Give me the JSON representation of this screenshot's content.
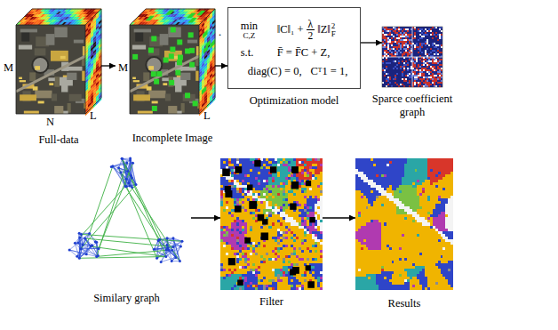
{
  "diagram": {
    "nodes": [
      {
        "text": [
          "Full-data"
        ]
      },
      {
        "text": [
          "Incomplete Image"
        ]
      },
      {
        "text": [
          "min",
          "C,Z",
          "‖C‖₁ +",
          "λ",
          "2",
          "‖Z‖",
          "2",
          "F",
          "s.t.",
          "F̄ = F̄C + Z,",
          "diag(C) = 0,",
          "Cᵀ1 = 1,",
          "Optimization model"
        ]
      },
      {
        "text": [
          "Sparce coefficient graph"
        ]
      },
      {
        "text": [
          "Similary graph"
        ]
      },
      {
        "text": [
          "Filter"
        ]
      },
      {
        "text": [
          "Results"
        ]
      }
    ],
    "edges": [
      {
        "from": 0,
        "to": 1,
        "arrow": "to"
      },
      {
        "from": 1,
        "to": 2,
        "arrow": "to"
      },
      {
        "from": 2,
        "to": 3,
        "arrow": "to"
      },
      {
        "from": 4,
        "to": 5,
        "arrow": "to"
      },
      {
        "from": 5,
        "to": 6,
        "arrow": "to"
      }
    ],
    "labels": [
      "M",
      "N",
      "L",
      "M",
      "L",
      "."
    ]
  }
}
